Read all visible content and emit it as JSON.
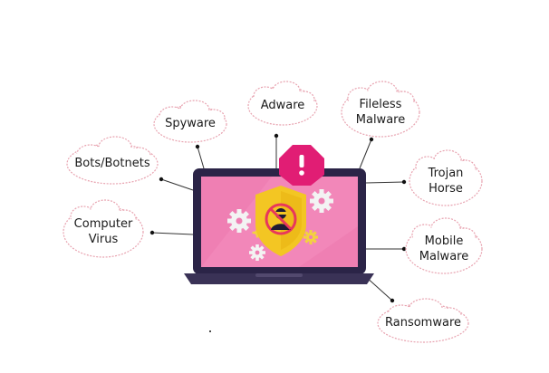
{
  "colors": {
    "cloud_stroke": "#e8a3b0",
    "connector": "#333333",
    "laptop_body": "#2b2447",
    "laptop_base": "#3a3256",
    "screen_bg": "#ef7fb3",
    "alert_bg": "#e11d74",
    "shield_gold": "#f3c623",
    "gear_white": "#f3f3f3",
    "gear_yellow": "#f3d23f",
    "no_sign": "#e8365c"
  },
  "icons": {
    "alert": "warning-triangle-icon",
    "shield": "shield-icon",
    "hacker": "hacker-icon",
    "gears": "gear-icon"
  },
  "labels": {
    "spyware": "Spyware",
    "adware": "Adware",
    "fileless": "Fileless\nMalware",
    "bots": "Bots/Botnets",
    "trojan": "Trojan\nHorse",
    "virus": "Computer\nVirus",
    "mobile": "Mobile\nMalware",
    "ransomware": "Ransomware"
  }
}
